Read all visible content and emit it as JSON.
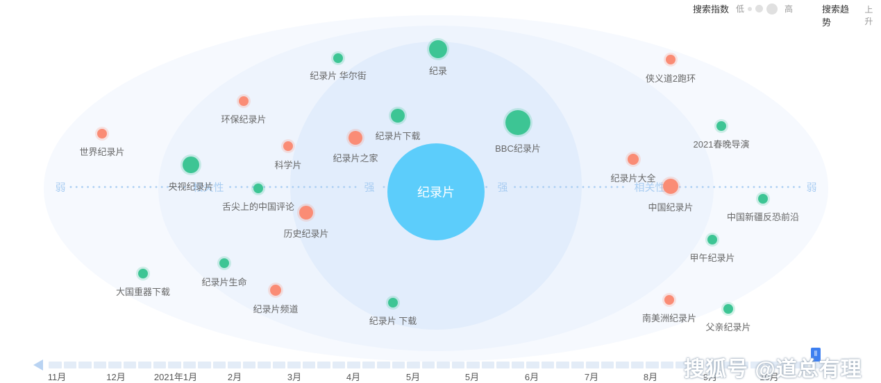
{
  "legend": {
    "search_index_label": "搜索指数",
    "low_label": "低",
    "high_label": "高",
    "search_trend_label": "搜索趋势",
    "trend_partial": "上升"
  },
  "center": {
    "label": "纪录片",
    "color": "#5ccdfb"
  },
  "axis": {
    "weak_left": "弱",
    "relevance_left": "相关性",
    "strong_left": "强",
    "strong_right": "强",
    "relevance_right": "相关性",
    "weak_right": "弱"
  },
  "colors": {
    "green": "#3dc594",
    "red": "#fa8c75",
    "ring": "#eaf2fd",
    "axis_dot": "#a9cdf2"
  },
  "keywords": [
    {
      "label": "纪录",
      "color": "green"
    },
    {
      "label": "纪录片 华尔街",
      "color": "green"
    },
    {
      "label": "侠义道2跑环",
      "color": "red"
    },
    {
      "label": "环保纪录片",
      "color": "red"
    },
    {
      "label": "纪录片下载",
      "color": "green"
    },
    {
      "label": "BBC纪录片",
      "color": "green"
    },
    {
      "label": "世界纪录片",
      "color": "red"
    },
    {
      "label": "纪录片之家",
      "color": "red"
    },
    {
      "label": "科学片",
      "color": "red"
    },
    {
      "label": "2021春晚导演",
      "color": "green"
    },
    {
      "label": "央视纪录片",
      "color": "green"
    },
    {
      "label": "纪录片大全",
      "color": "red"
    },
    {
      "label": "舌尖上的中国评论",
      "color": "green"
    },
    {
      "label": "中国纪录片",
      "color": "red"
    },
    {
      "label": "历史纪录片",
      "color": "red"
    },
    {
      "label": "中国新疆反恐前沿",
      "color": "green"
    },
    {
      "label": "甲午纪录片",
      "color": "green"
    },
    {
      "label": "大国重器下载",
      "color": "green"
    },
    {
      "label": "纪录片生命",
      "color": "green"
    },
    {
      "label": "纪录片频道",
      "color": "red"
    },
    {
      "label": "纪录片 下载",
      "color": "green"
    },
    {
      "label": "南美洲纪录片",
      "color": "red"
    },
    {
      "label": "父亲纪录片",
      "color": "green"
    }
  ],
  "timeline": {
    "months": [
      "11月",
      "12月",
      "2021年1月",
      "2月",
      "3月",
      "4月",
      "5月",
      "5月",
      "6月",
      "7月",
      "8月",
      "9月",
      "10月"
    ]
  },
  "watermark": "搜狐号 @道总有理"
}
